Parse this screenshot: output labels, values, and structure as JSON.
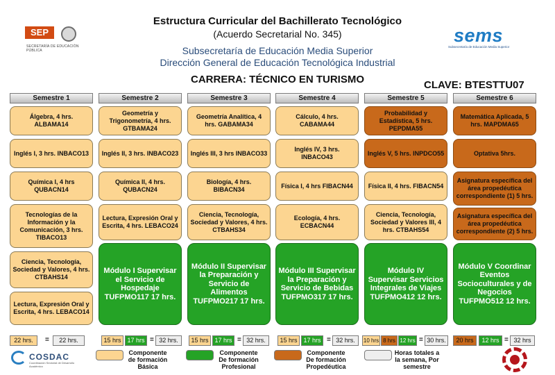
{
  "header": {
    "title": "Estructura Curricular del Bachillerato Tecnológico",
    "agreement": "(Acuerdo Secretarial No. 345)",
    "subsecretaria": "Subsecretaría de Educación Media Superior",
    "direccion": "Dirección General de Educación Tecnológica Industrial",
    "career": "CARRERA:  TÉCNICO EN TURISMO",
    "clave": "CLAVE: BTESTTU07"
  },
  "logos": {
    "sep_label": "SEP",
    "sep_sub": "SECRETARÍA DE EDUCACIÓN PÚBLICA",
    "sems_label": "sems",
    "sems_sub": "Subsecretaría de Educación Media Superior",
    "cosdac_label": "COSDAC",
    "cosdac_sub": "Coordinación Sectorial de Desarrollo Académico"
  },
  "semesters": [
    "Semestre 1",
    "Semestre 2",
    "Semestre 3",
    "Semestre 4",
    "Semestre 5",
    "Semestre 6"
  ],
  "courses": {
    "s1": [
      "Álgebra, 4 hrs. ALBAMA14",
      "Inglés I,   3 hrs. INBACO13",
      "Química I, 4 hrs QUBACN14",
      "Tecnologías de la Información y la Comunicación, 3 hrs. TIBACO13",
      "Ciencia, Tecnología, Sociedad y Valores,   4 hrs. CTBAHS14",
      "Lectura, Expresión Oral y Escrita, 4 hrs. LEBACO14"
    ],
    "s2": [
      "Geometría y Trigonometría, 4 hrs. GTBAMA24",
      "Inglés II, 3 hrs. INBACO23",
      "Química II, 4 hrs. QUBACN24",
      "Lectura, Expresión Oral y Escrita, 4 hrs. LEBACO24"
    ],
    "s3": [
      "Geometría   Analítica, 4 hrs. GABAMA34",
      "Inglés III, 3 hrs INBACO33",
      "Biología, 4 hrs. BIBACN34",
      "Ciencia, Tecnología, Sociedad y Valores, 4 hrs. CTBAHS34"
    ],
    "s4": [
      "Cálculo, 4 hrs. CABAMA44",
      "Inglés IV, 3 hrs. INBACO43",
      "Física I, 4 hrs FIBACN44",
      "Ecología, 4 hrs. ECBACN44"
    ],
    "s5": [
      "Probabilidad y Estadística, 5 hrs. PEPDMA55",
      "Inglés V, 5 hrs. INPDCO55",
      "Física II, 4 hrs. FIBACN54",
      "Ciencia, Tecnología, Sociedad y Valores III, 4 hrs. CTBAHS54"
    ],
    "s6": [
      "Matemática Aplicada, 5 hrs. MAPDMA65",
      "Optativa 5hrs.",
      "Asignatura específica del área propedéutica correspondiente (1) 5 hrs.",
      "Asignatura específica del área propedéutica correspondiente (2) 5 hrs."
    ]
  },
  "modules": [
    "Módulo I Supervisar el Servicio de Hospedaje TUFPMO117 17 hrs.",
    "Módulo II Supervisar la Preparación y Servicio de Alimentos TUFPMO217 17 hrs.",
    "Módulo III Supervisar la Preparación y Servicio de Bebidas TUFPMO317 17 hrs.",
    "Módulo IV Supervisar Servicios Integrales de Viajes TUFPMO412 12 hrs.",
    "Módulo V Coordinar Eventos Socioculturales y de Negocios TUFPMO512 12 hrs."
  ],
  "hours": {
    "s1": {
      "basic": "22 hrs.",
      "total": "22 hrs."
    },
    "s2": {
      "basic": "15 hrs",
      "prof": "17 hrs",
      "total": "32 hrs."
    },
    "s3": {
      "basic": "15 hrs",
      "prof": "17 hrs",
      "total": "32 hrs."
    },
    "s4": {
      "basic": "15 hrs",
      "prof": "17 hrs",
      "total": "32 hrs."
    },
    "s5": {
      "basic": "10 hrs",
      "prop": "8 hrs",
      "prof": "12 hrs",
      "total": "30 hrs."
    },
    "s6": {
      "prop": "20 hrs",
      "prof": "12 hrs",
      "total": "32 hrs"
    }
  },
  "legend": {
    "basic": "Componente de formación Básica",
    "prof": "Componente De formación Profesional",
    "prop": "Componente De formación Propedéutica",
    "total": "Horas totales a la semana, Por semestre"
  },
  "colors": {
    "basic": "#fcd591",
    "professional": "#25a326",
    "propedeutic": "#c8691b",
    "total": "#eeeeee",
    "header_grey": "#bdbdbd"
  }
}
